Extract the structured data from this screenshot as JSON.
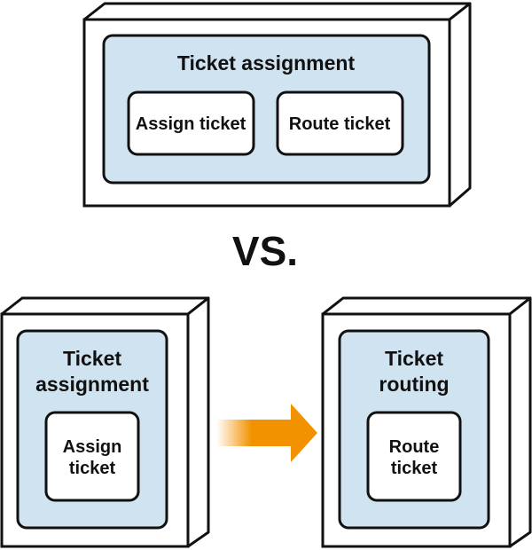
{
  "colors": {
    "box_face": "#ffffff",
    "box_side": "#ffffff",
    "outline": "#111111",
    "panel_fill": "#cfe3f1",
    "arrow": "#f39200"
  },
  "top": {
    "panel_title": "Ticket assignment",
    "left_inner": "Assign ticket",
    "right_inner": "Route ticket"
  },
  "divider": {
    "label": "VS."
  },
  "bottom_left": {
    "title_line1": "Ticket",
    "title_line2": "assignment",
    "inner_line1": "Assign",
    "inner_line2": "ticket"
  },
  "bottom_right": {
    "title_line1": "Ticket",
    "title_line2": "routing",
    "inner_line1": "Route",
    "inner_line2": "ticket"
  }
}
